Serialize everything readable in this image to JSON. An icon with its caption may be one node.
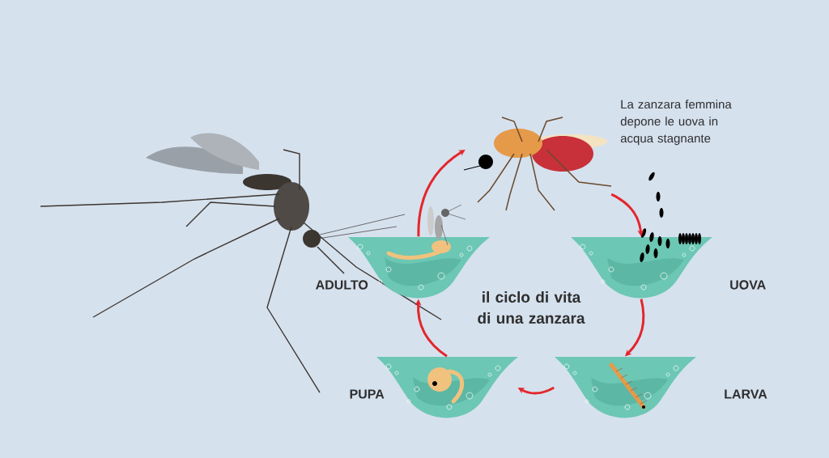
{
  "diagram": {
    "title": "il ciclo di vita di una zanzara",
    "nodes": [
      {
        "text": [],
        "shape": "picture",
        "beside": [
          "La zanzara femmina depone le uova in acqua stagnante"
        ]
      },
      {
        "text": [
          "UOVA"
        ]
      },
      {
        "text": [
          "LARVA"
        ]
      },
      {
        "text": [
          "PUPA"
        ]
      },
      {
        "text": [
          "ADULTO"
        ]
      }
    ],
    "edges": [
      {
        "from": 0,
        "to": 1,
        "arrow": "to"
      },
      {
        "from": 1,
        "to": 2,
        "arrow": "to"
      },
      {
        "from": 2,
        "to": 3,
        "arrow": "to"
      },
      {
        "from": 3,
        "to": 4,
        "arrow": "to"
      },
      {
        "from": 4,
        "to": 0,
        "arrow": "to"
      }
    ]
  }
}
